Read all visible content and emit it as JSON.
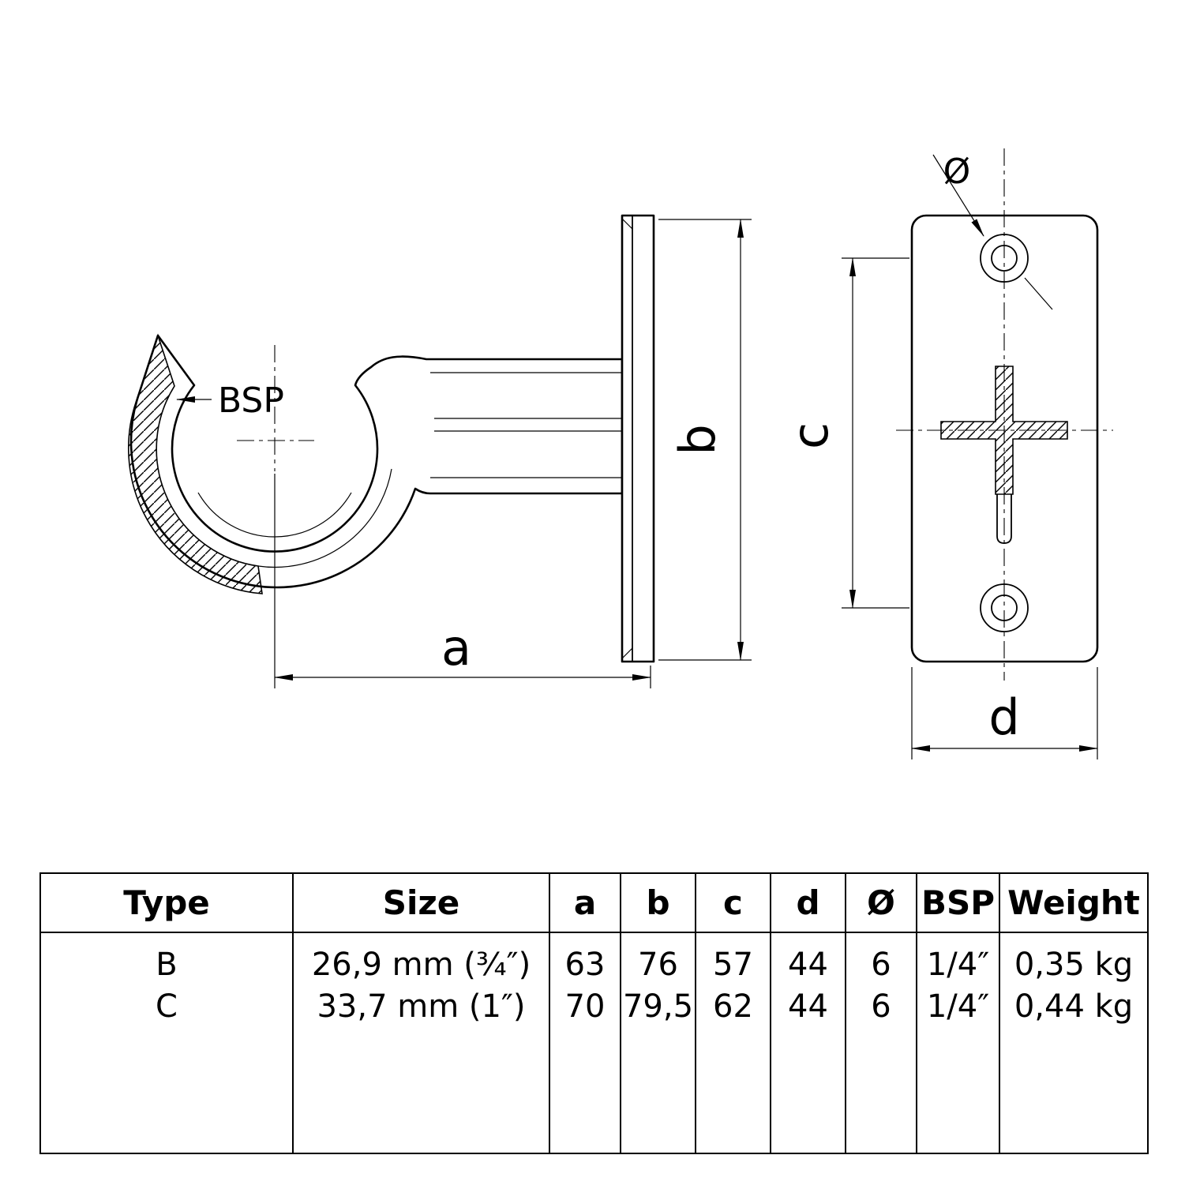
{
  "drawing": {
    "labels": {
      "bsp": "BSP",
      "diameter": "Ø",
      "a": "a",
      "b": "b",
      "c": "c",
      "d": "d"
    }
  },
  "table": {
    "headers": [
      "Type",
      "Size",
      "a",
      "b",
      "c",
      "d",
      "Ø",
      "BSP",
      "Weight"
    ],
    "rows": [
      {
        "type": "B",
        "size": "26,9 mm (¾″)",
        "a": "63",
        "b": "76",
        "c": "57",
        "d": "44",
        "diameter": "6",
        "bsp": "1/4″",
        "weight": "0,35 kg"
      },
      {
        "type": "C",
        "size": "33,7 mm (1″)",
        "a": "70",
        "b": "79,5",
        "c": "62",
        "d": "44",
        "diameter": "6",
        "bsp": "1/4″",
        "weight": "0,44 kg"
      }
    ]
  }
}
